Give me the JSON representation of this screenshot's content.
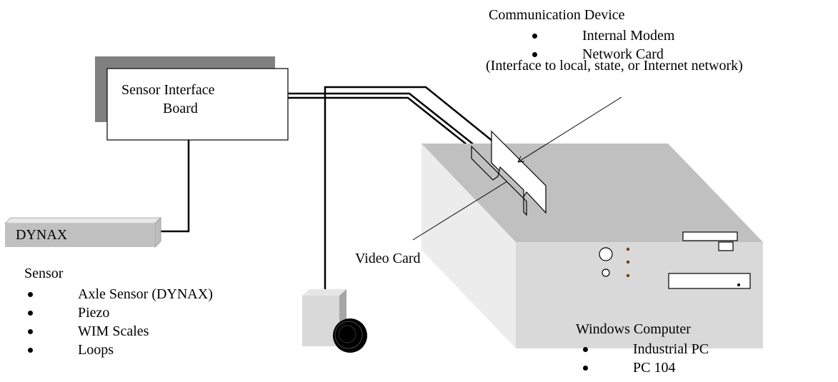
{
  "communication": {
    "title": "Communication Device",
    "items": [
      "Internal Modem",
      "Network Card"
    ],
    "note": "(Interface to local, state, or Internet network)"
  },
  "board": {
    "line1": "Sensor Interface",
    "line2": "Board"
  },
  "dynax": {
    "label": "DYNAX"
  },
  "sensor": {
    "title": "Sensor",
    "items": [
      "Axle Sensor (DYNAX)",
      "Piezo",
      "WIM Scales",
      "Loops"
    ]
  },
  "video_card": {
    "label": "Video Card"
  },
  "computer": {
    "title": "Windows Computer",
    "items": [
      "Industrial PC",
      "PC 104"
    ]
  },
  "colors": {
    "line": "#000000",
    "shadow": "#808080",
    "device_fill": "#c0c0c0",
    "device_light": "#e0e0e0",
    "device_side": "#d9d9d9",
    "white": "#ffffff"
  }
}
